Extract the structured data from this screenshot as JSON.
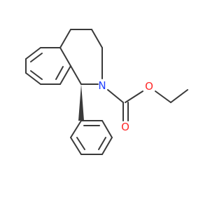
{
  "molecule": {
    "atom_labels": {
      "nitrogen": "N",
      "carbonyl_oxygen": "O",
      "ester_oxygen": "O"
    },
    "colors": {
      "bond": "#3a3a3a",
      "nitrogen": "#2040ff",
      "oxygen": "#ff2a2a"
    }
  }
}
